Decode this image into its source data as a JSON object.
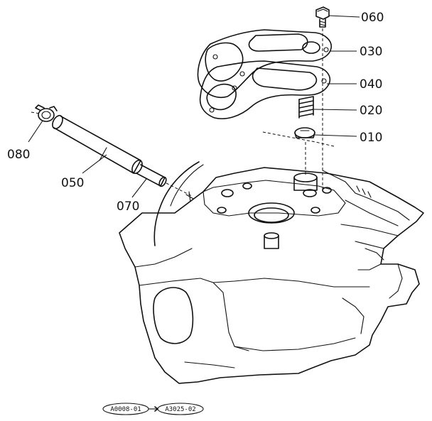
{
  "parts": [
    {
      "id": "p060",
      "number": "060"
    },
    {
      "id": "p030",
      "number": "030"
    },
    {
      "id": "p040",
      "number": "040"
    },
    {
      "id": "p020",
      "number": "020"
    },
    {
      "id": "p010",
      "number": "010"
    },
    {
      "id": "p080",
      "number": "080"
    },
    {
      "id": "p050",
      "number": "050"
    },
    {
      "id": "p070",
      "number": "070"
    }
  ],
  "references": {
    "left": "A0008-01",
    "right": "A3025-02"
  }
}
